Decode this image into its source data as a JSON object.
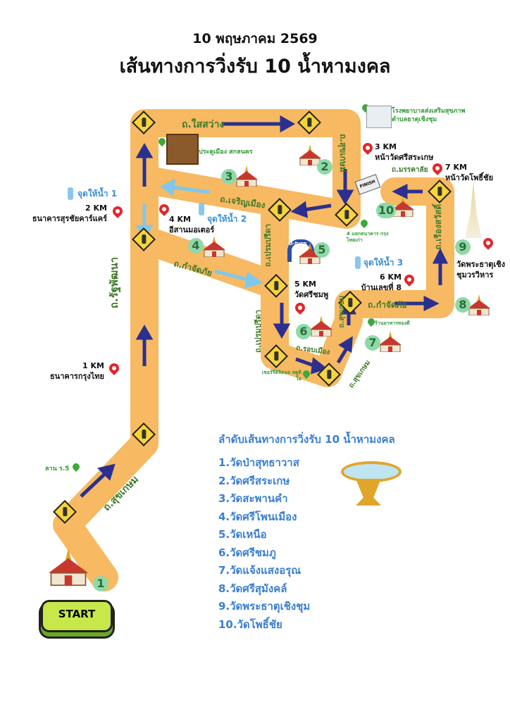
{
  "header": {
    "date": "10 พฤษภาคม 2569",
    "title": "เส้นทางการวิ่งรับ 10 น้ำหามงคล"
  },
  "roads": {
    "saisawang": "ถ.ใสสว่าง",
    "sukkasem_top": "ถ.สุขเกษม",
    "charoenmueang": "ถ.เจริญเมือง",
    "kamjatphai1": "ถ.กำจัดภัย",
    "ratpattana": "ถ.รัฐพัฒนา",
    "premprida1": "ถ.เปรมปรีดา",
    "premprida2": "ถ.เปรมปรีดา",
    "robmueang": "ถ.รอบเมือง",
    "sukkasem_mid": "ถ.สุขเกษม",
    "sukkasem_low": "ถ.สุขเกษม",
    "kamjatphai2": "ถ.กำจัดภัย",
    "rueangsawat": "ถ.เรืองสวัสดิ์",
    "mankhala": "ถ.มรรคาลัย",
    "sukkasem_start": "ถ.สุขเกษม",
    "uturn": "U-turn"
  },
  "checkpoints": [
    {
      "km": "1 KM",
      "place": "ธนาคารกรุงไทย"
    },
    {
      "km": "2 KM",
      "place": "ธนาคารสุรชัยคาร์แคร์"
    },
    {
      "km": "3 KM",
      "place": "หน้าวัดศรีสระเกษ"
    },
    {
      "km": "4 KM",
      "place": "อีสานมอเตอร์"
    },
    {
      "km": "5 KM",
      "place": "วัดศรีชมพู"
    },
    {
      "km": "6 KM",
      "place": "บ้านเลขที่ 8"
    },
    {
      "km": "7 KM",
      "place": "หน้าวัดโพธิ์ชัย"
    }
  ],
  "water": [
    "จุดให้น้ำ 1",
    "จุดให้น้ำ 2",
    "จุดให้น้ำ 3"
  ],
  "pois": {
    "gate": "ประตูเมือง สกลนคร",
    "hospital": "โรงพยาบาลส่งเสริมสุขภาพ ตำบลธาตุเชิงชุม",
    "bank": "4 แยกธนาคาร กรุงไทยเก่า",
    "restaurant": "ร้านอาหารทองดี",
    "ferry": "เชอร์รี่ดิจิตอล สตูดิโอ",
    "lan": "ลาน ร.5",
    "wat9": "วัดพระธาตุเชิง ชุมวรวิหาร"
  },
  "temple_numbers": [
    "1",
    "2",
    "3",
    "4",
    "5",
    "6",
    "7",
    "8",
    "9",
    "10"
  ],
  "start_label": "START",
  "finish_label": "FINISH",
  "list": {
    "title": "ลำดับเส้นทางการวิ่งรับ 10 น้ำหามงคล",
    "items": [
      "1.วัดป่าสุทธาวาส",
      "2.วัดศรีสระเกษ",
      "3.วัดสะพานคำ",
      "4.วัดศรีโพนเมือง",
      "5.วัดเหนือ",
      "6.วัดศรีชมภู",
      "7.วัดแจ้งแสงอรุณ",
      "8.วัดศรีสุมังคล์",
      "9.วัดพระธาตุเชิงชุม",
      "10.วัดโพธิ์ชัย"
    ]
  },
  "colors": {
    "road": "#f7b962",
    "arrow": "#2b2f8f",
    "list": "#3a7fd0"
  }
}
